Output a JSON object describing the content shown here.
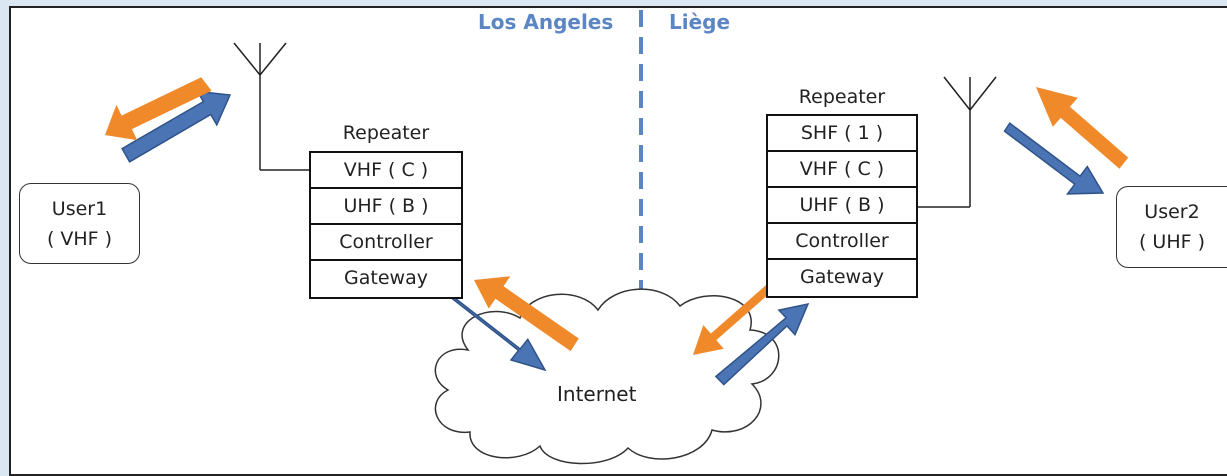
{
  "cities": {
    "left": "Los Angeles",
    "right": "Liège",
    "color": "#5b85c3"
  },
  "repeater_left": {
    "title": "Repeater",
    "rows": [
      "VHF ( C )",
      "UHF ( B )",
      "Controller",
      "Gateway"
    ]
  },
  "repeater_right": {
    "title": "Repeater",
    "rows": [
      "SHF ( 1 )",
      "VHF ( C )",
      "UHF ( B )",
      "Controller",
      "Gateway"
    ]
  },
  "user_left": {
    "line1": "User1",
    "line2": "( VHF )"
  },
  "user_right": {
    "line1": "User2",
    "line2": "( UHF )"
  },
  "network": {
    "label": "Internet"
  },
  "colors": {
    "arrow_up": "#4a74b4",
    "arrow_down": "#f0892a",
    "border": "#111111"
  }
}
